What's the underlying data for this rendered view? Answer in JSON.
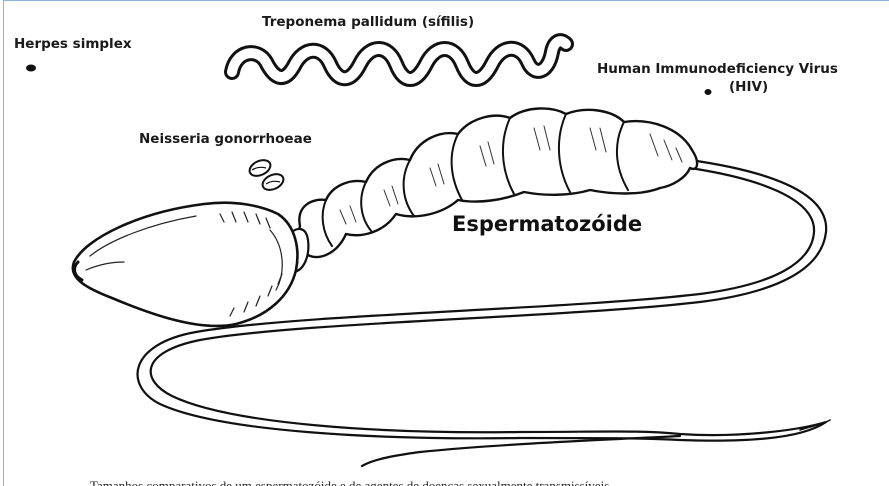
{
  "labels": {
    "herpes": "Herpes simplex",
    "treponema": "Treponema pallidum (sífilis)",
    "hiv_line1": "Human Immunodeficiency Virus",
    "hiv_line2": "(HIV)",
    "neisseria": "Neisseria gonorrhoeae",
    "sperm": "Espermatozóide"
  },
  "caption": "Tamanhos comparativos de um espermatozóide e de agentes de doenças sexualmente transmissíveis",
  "colors": {
    "ink": "#111111",
    "frame_border": "#8ab4d8",
    "background": "#ffffff"
  }
}
